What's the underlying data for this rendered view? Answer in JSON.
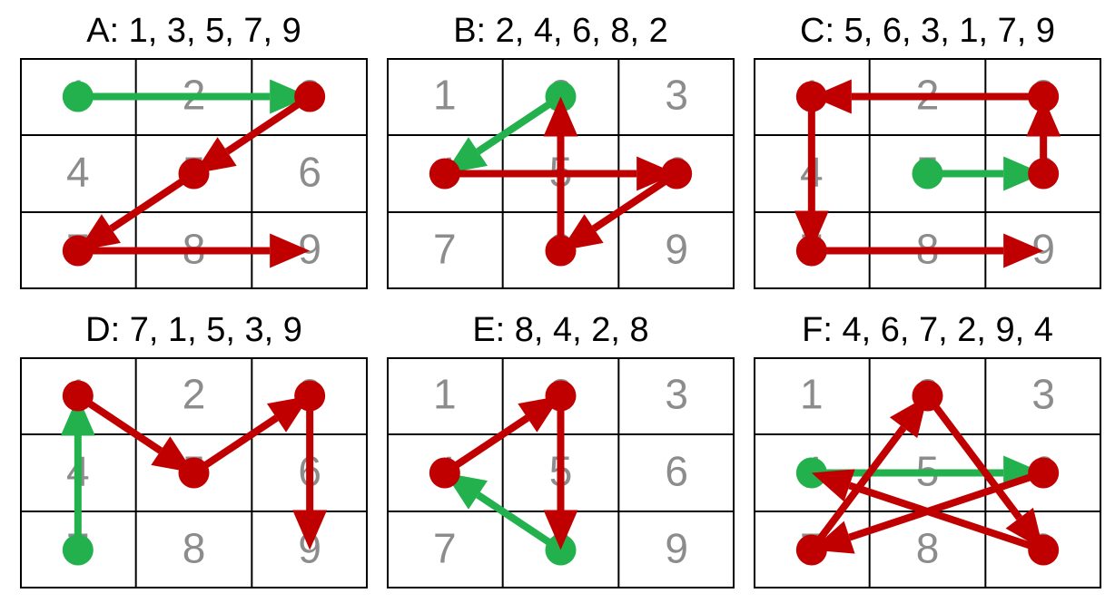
{
  "colors": {
    "grid_line": "#000000",
    "cell_number": "#8c8c8c",
    "start_move": "#22b14c",
    "move": "#c00000"
  },
  "panels": [
    {
      "title": "A: 1, 3, 5, 7, 9",
      "sequence": [
        1,
        3,
        5,
        7,
        9
      ]
    },
    {
      "title": "B: 2, 4, 6, 8, 2",
      "sequence": [
        2,
        4,
        6,
        8,
        2
      ]
    },
    {
      "title": "C: 5, 6, 3, 1, 7, 9",
      "sequence": [
        5,
        6,
        3,
        1,
        7,
        9
      ]
    },
    {
      "title": "D: 7, 1, 5, 3, 9",
      "sequence": [
        7,
        1,
        5,
        3,
        9
      ]
    },
    {
      "title": "E: 8, 4, 2, 8",
      "sequence": [
        8,
        4,
        2,
        8
      ]
    },
    {
      "title": "F: 4, 6, 7, 2, 9, 4",
      "sequence": [
        4,
        6,
        7,
        2,
        9,
        4
      ]
    }
  ],
  "cell_numbers": [
    "1",
    "2",
    "3",
    "4",
    "5",
    "6",
    "7",
    "8",
    "9"
  ]
}
